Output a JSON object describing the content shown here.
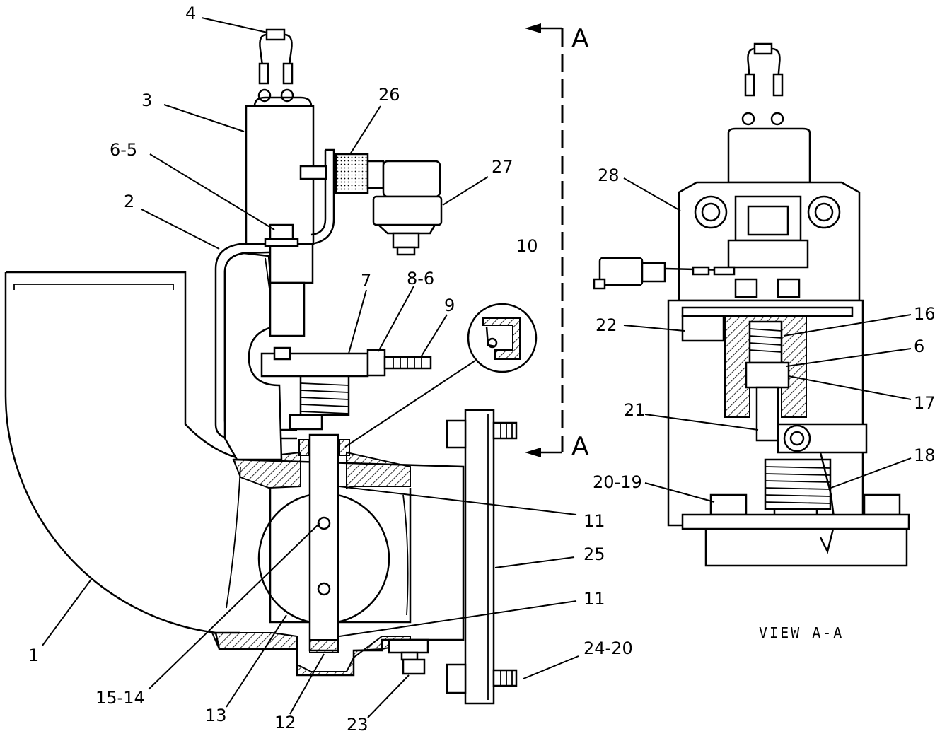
{
  "diagram": {
    "section_letter_top": "A",
    "section_letter_bottom": "A",
    "view_label": "VIEW A-A",
    "callouts": {
      "c1": "1",
      "c2": "2",
      "c3": "3",
      "c4": "4",
      "c6_5": "6-5",
      "c7": "7",
      "c8_6": "8-6",
      "c9": "9",
      "c10": "10",
      "c11a": "11",
      "c11b": "11",
      "c12": "12",
      "c13": "13",
      "c15_14": "15-14",
      "c23": "23",
      "c24_20": "24-20",
      "c25": "25",
      "c26": "26",
      "c27": "27",
      "c28": "28",
      "c22": "22",
      "c16": "16",
      "c6": "6",
      "c17": "17",
      "c21": "21",
      "c18": "18",
      "c20_19": "20-19"
    }
  }
}
